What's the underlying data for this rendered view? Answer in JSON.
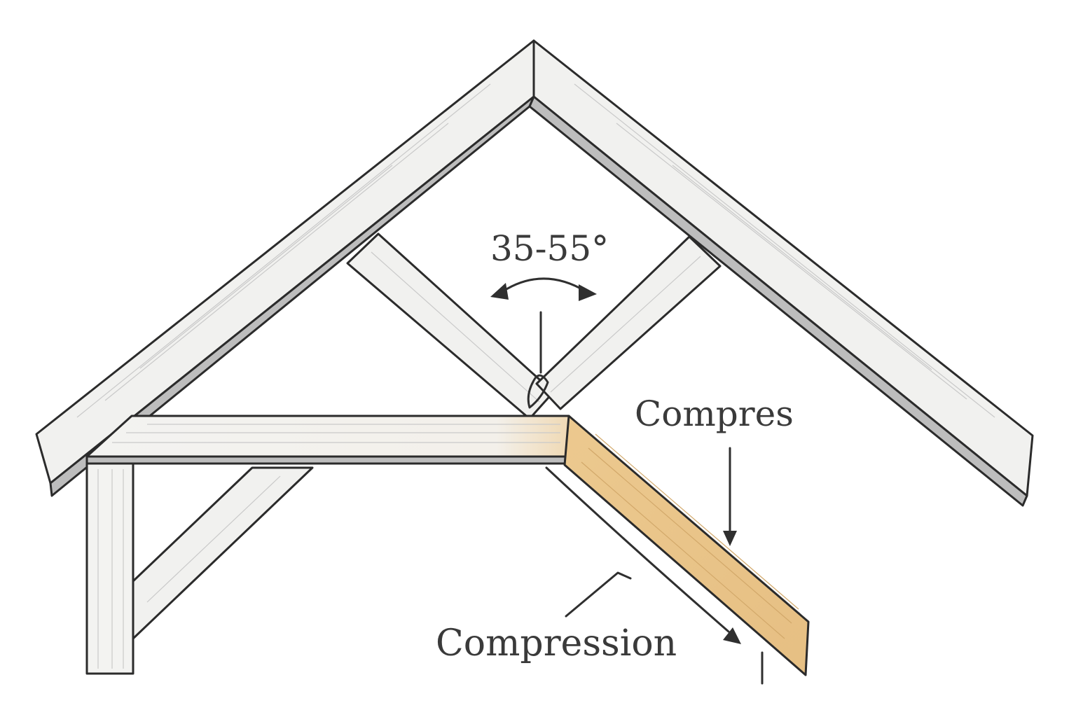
{
  "diagram": {
    "angle_label": "35-55°",
    "upper_label": "Compres",
    "lower_label": "Compression"
  },
  "colors": {
    "wood_light": "#f1f1ef",
    "wood_highlight": "#e8c48c",
    "ink": "#2b2b2b"
  }
}
